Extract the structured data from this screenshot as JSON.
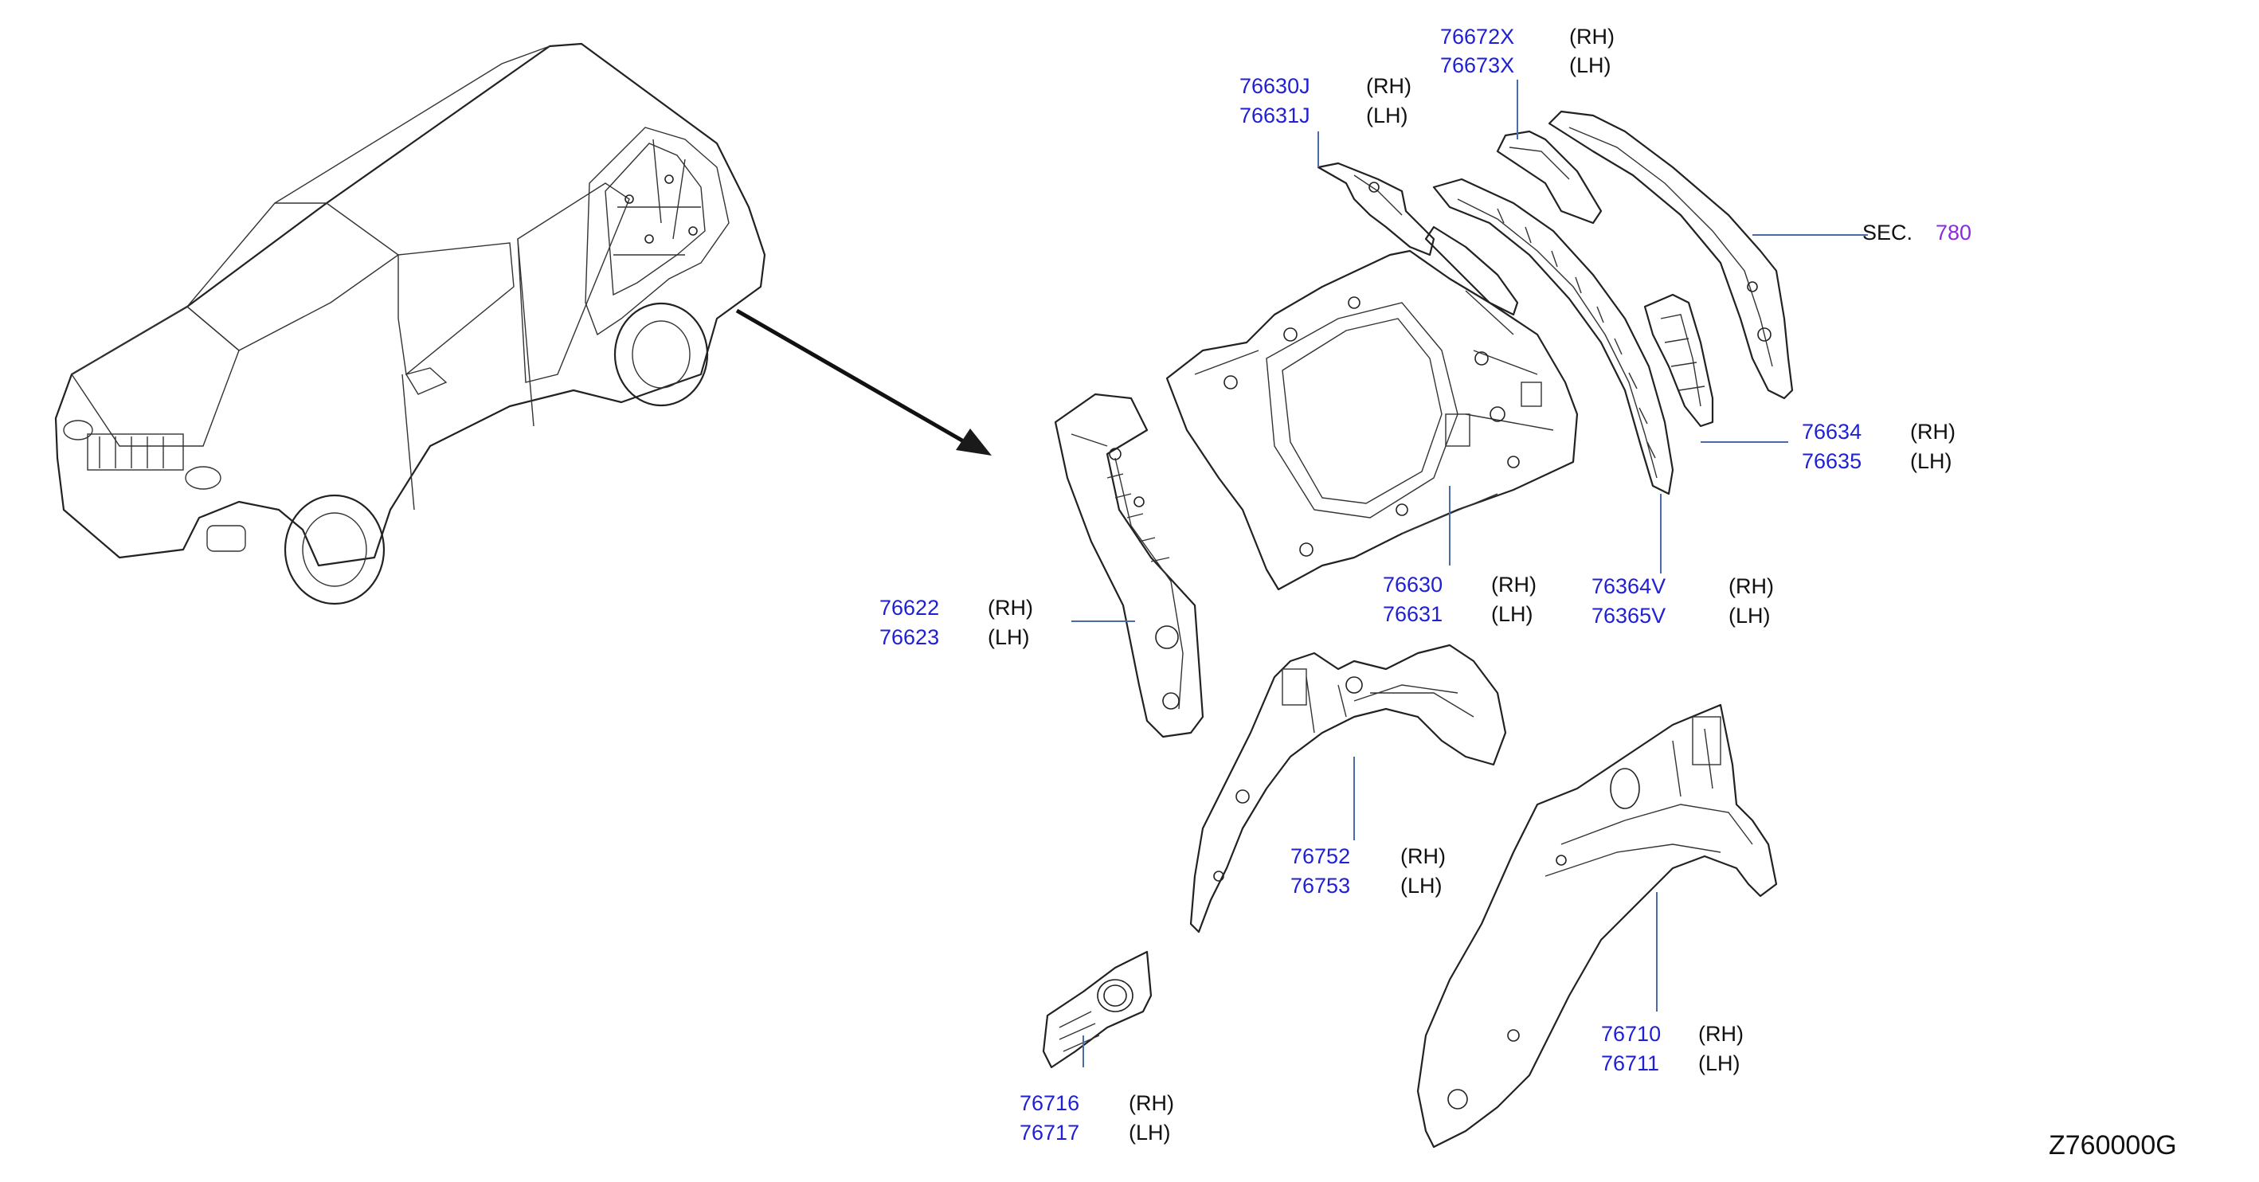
{
  "diagram_code": "Z760000G",
  "section_ref": {
    "prefix": "SEC.",
    "number": "780"
  },
  "callouts": [
    {
      "id": "c-76672x",
      "rh": "76672X",
      "lh": "76673X",
      "rh_side": "(RH)",
      "lh_side": "(LH)"
    },
    {
      "id": "c-76630j",
      "rh": "76630J",
      "lh": "76631J",
      "rh_side": "(RH)",
      "lh_side": "(LH)"
    },
    {
      "id": "c-76634",
      "rh": "76634",
      "lh": "76635",
      "rh_side": "(RH)",
      "lh_side": "(LH)"
    },
    {
      "id": "c-76622",
      "rh": "76622",
      "lh": "76623",
      "rh_side": "(RH)",
      "lh_side": "(LH)"
    },
    {
      "id": "c-76630",
      "rh": "76630",
      "lh": "76631",
      "rh_side": "(RH)",
      "lh_side": "(LH)"
    },
    {
      "id": "c-76364v",
      "rh": "76364V",
      "lh": "76365V",
      "rh_side": "(RH)",
      "lh_side": "(LH)"
    },
    {
      "id": "c-76752",
      "rh": "76752",
      "lh": "76753",
      "rh_side": "(RH)",
      "lh_side": "(LH)"
    },
    {
      "id": "c-76716",
      "rh": "76716",
      "lh": "76717",
      "rh_side": "(RH)",
      "lh_side": "(LH)"
    },
    {
      "id": "c-76710",
      "rh": "76710",
      "lh": "76711",
      "rh_side": "(RH)",
      "lh_side": "(LH)"
    }
  ],
  "colors": {
    "part_number": "#1f1fd6",
    "section_number": "#8a2be2",
    "leader": "#4a6aa8",
    "line": "#222222"
  }
}
